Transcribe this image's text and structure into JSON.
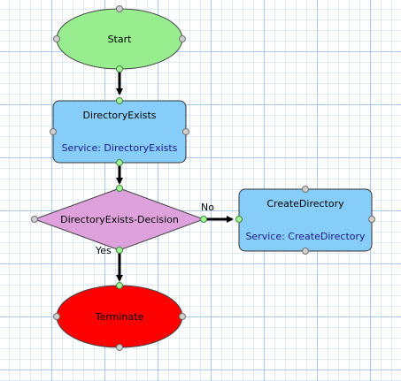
{
  "nodes": {
    "start": {
      "label": "Start",
      "color": "#98ee8e"
    },
    "directory_exists": {
      "label": "DirectoryExists",
      "service": "Service: DirectoryExists",
      "color": "#87cdf9"
    },
    "decision": {
      "label": "DirectoryExists-Decision",
      "color": "#dea1dc"
    },
    "create_directory": {
      "label": "CreateDirectory",
      "service": "Service: CreateDirectory",
      "color": "#87cdf9"
    },
    "terminate": {
      "label": "Terminate",
      "color": "#ff0000"
    }
  },
  "edges": {
    "no_label": "No",
    "yes_label": "Yes"
  }
}
